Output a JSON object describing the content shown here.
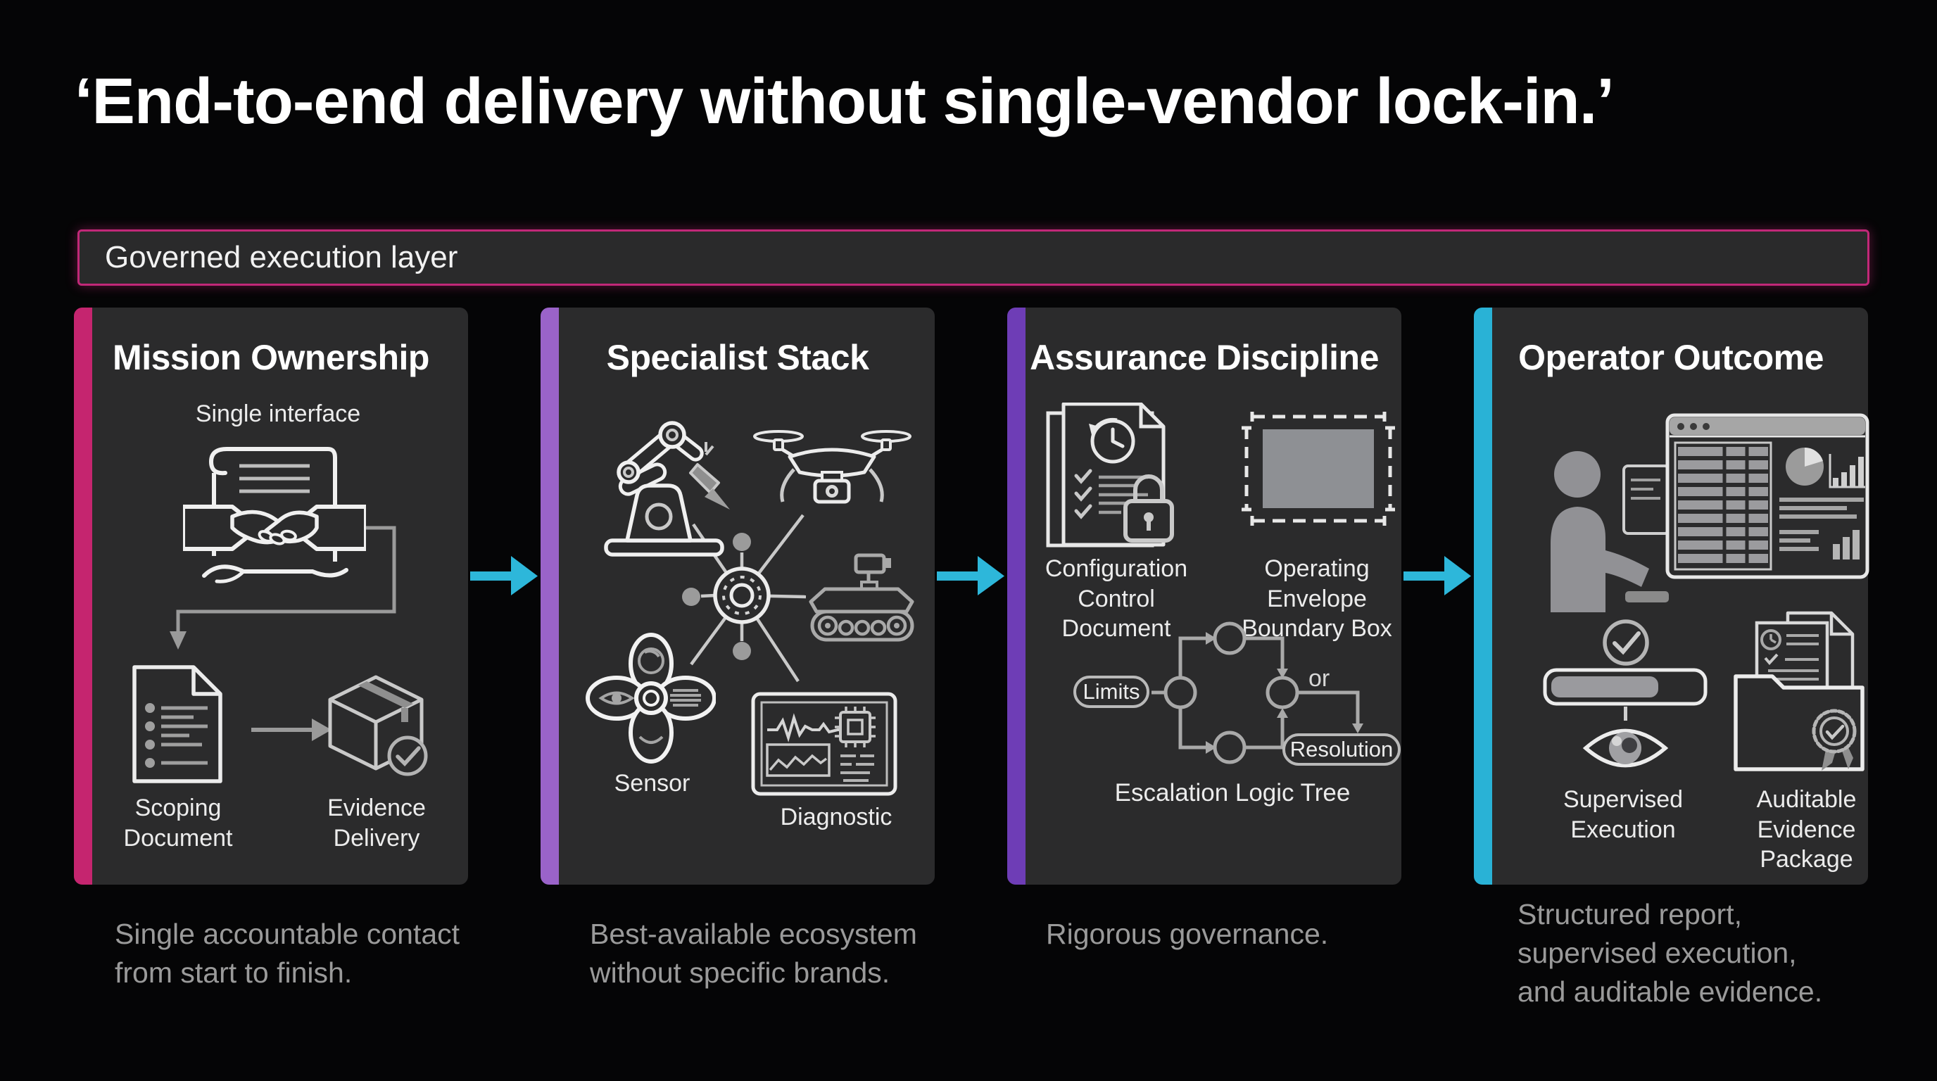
{
  "title": "‘End-to-end delivery without single-vendor lock-in.’",
  "banner": {
    "label": "Governed execution layer"
  },
  "flow": {
    "arrow_icon": "flow-arrow-icon",
    "arrow_color": "#2db7da"
  },
  "colors": {
    "background": "#050506",
    "panel_background": "#2b2b2c",
    "accent_magenta": "#c5256f",
    "accent_purple_light": "#9a63c9",
    "accent_purple_dark": "#6e3db6",
    "accent_cyan": "#29b2d6",
    "banner_border": "#c12878",
    "caption_text": "#9a9a9a"
  },
  "panels": [
    {
      "id": "mission-ownership",
      "heading": "Mission Ownership",
      "accent": "#c5256f",
      "items": [
        {
          "icon": "handshake-scroll-icon",
          "label": "Single interface"
        },
        {
          "icon": "scoping-document-icon",
          "label": "Scoping Document"
        },
        {
          "icon": "evidence-delivery-box-icon",
          "label": "Evidence Delivery"
        }
      ],
      "caption": "Single accountable contact from start to finish."
    },
    {
      "id": "specialist-stack",
      "heading": "Specialist Stack",
      "accent": "#9a63c9",
      "items": [
        {
          "icon": "robot-arm-icon"
        },
        {
          "icon": "drone-icon"
        },
        {
          "icon": "network-hub-icon"
        },
        {
          "icon": "tracked-rover-icon"
        },
        {
          "icon": "sensor-fan-icon",
          "label": "Sensor"
        },
        {
          "icon": "diagnostic-screen-icon",
          "label": "Diagnostic"
        }
      ],
      "caption": "Best-available ecosystem without specific brands."
    },
    {
      "id": "assurance-discipline",
      "heading": "Assurance Discipline",
      "accent": "#6e3db6",
      "items": [
        {
          "icon": "configuration-control-document-icon",
          "label": "Configuration Control Document"
        },
        {
          "icon": "operating-envelope-boundary-icon",
          "label": "Operating Envelope Boundary Box"
        },
        {
          "icon": "escalation-logic-tree-icon",
          "label": "Escalation Logic Tree"
        }
      ],
      "tree": {
        "start": "Limits",
        "connector": "or",
        "end": "Resolution"
      },
      "caption": "Rigorous governance."
    },
    {
      "id": "operator-outcome",
      "heading": "Operator Outcome",
      "accent": "#29b2d6",
      "items": [
        {
          "icon": "operator-dashboard-icon"
        },
        {
          "icon": "supervised-execution-icon",
          "label": "Supervised Execution"
        },
        {
          "icon": "auditable-evidence-package-icon",
          "label": "Auditable Evidence Package"
        }
      ],
      "caption": "Structured report, supervised execution, and auditable evidence."
    }
  ]
}
